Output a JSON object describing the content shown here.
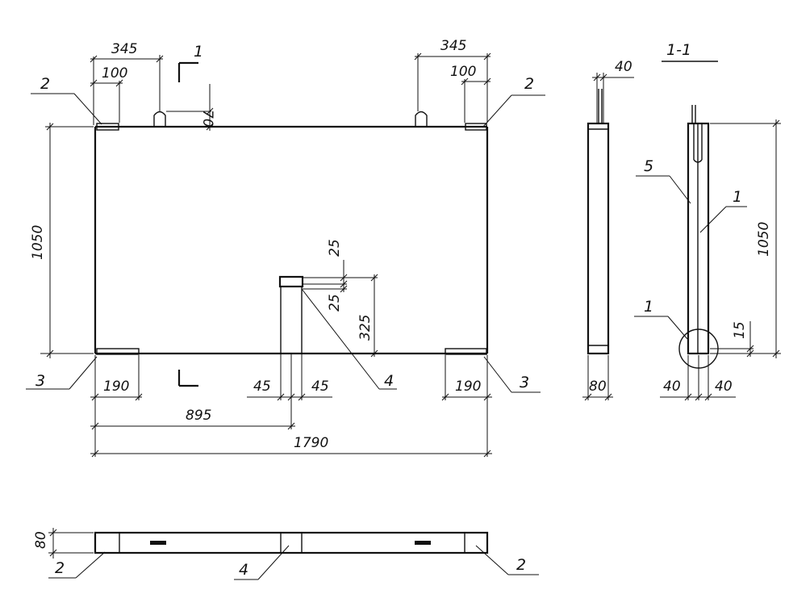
{
  "elevation": {
    "dim_top_left_345": "345",
    "dim_top_left_100": "100",
    "dim_top_right_345": "345",
    "dim_top_right_100": "100",
    "dim_70": "70",
    "dim_height_1050": "1050",
    "dim_25_a": "25",
    "dim_25_b": "25",
    "dim_325": "325",
    "dim_45_left": "45",
    "dim_45_right": "45",
    "dim_190_left": "190",
    "dim_190_right": "190",
    "dim_895": "895",
    "dim_1790": "1790",
    "callout_section_top": "1",
    "callout_2_left": "2",
    "callout_2_right": "2",
    "callout_3_left": "3",
    "callout_3_right": "3",
    "callout_4": "4"
  },
  "side_view": {
    "dim_40": "40",
    "dim_80": "80"
  },
  "section": {
    "title": "1-1",
    "callout_5": "5",
    "callout_1_upper": "1",
    "callout_1_lower": "1",
    "dim_1050": "1050",
    "dim_15": "15",
    "dim_40_left": "40",
    "dim_40_right": "40"
  },
  "plan": {
    "dim_80": "80",
    "callout_2_left": "2",
    "callout_4": "4",
    "callout_2_right": "2"
  }
}
